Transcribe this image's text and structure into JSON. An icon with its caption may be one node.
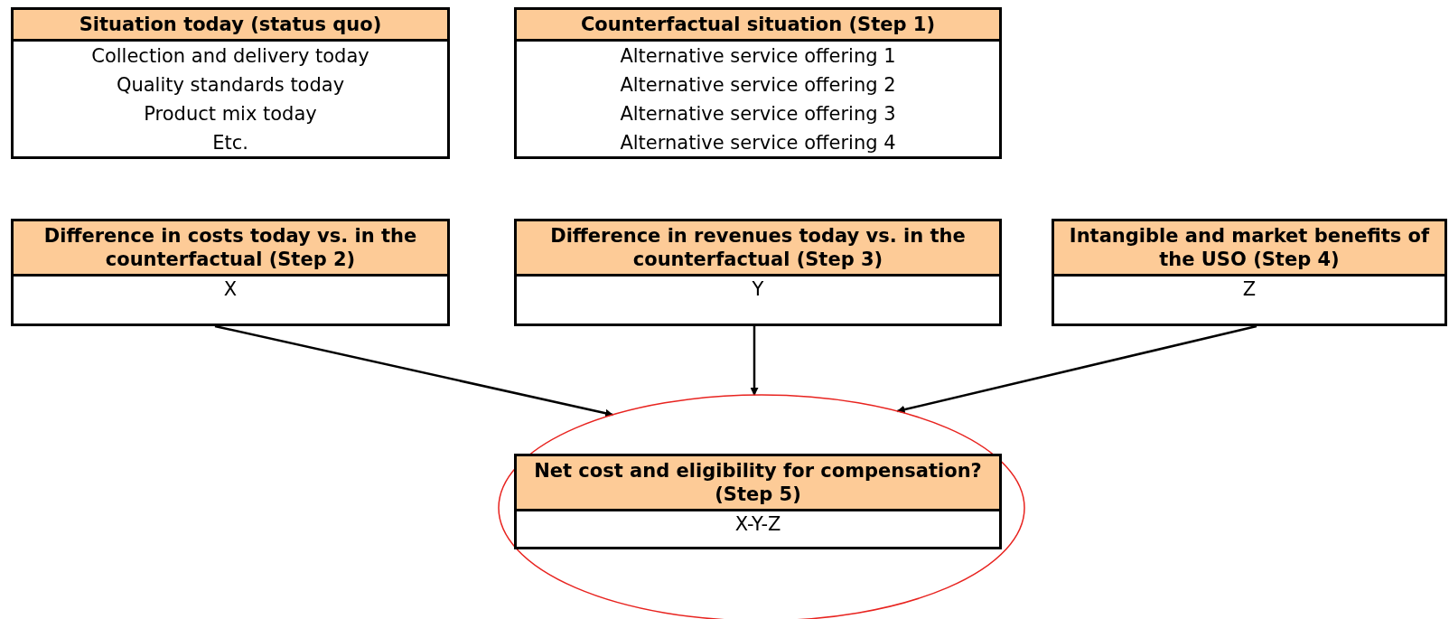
{
  "diagram": {
    "nodes": [
      {
        "text": [
          "Situation today (status quo)",
          "Collection and delivery today",
          "Quality standards today",
          "Product mix today",
          "Etc."
        ]
      },
      {
        "text": [
          "Counterfactual situation (Step 1)",
          "Alternative service offering 1",
          "Alternative service offering 2",
          "Alternative service offering 3",
          "Alternative service offering 4"
        ]
      },
      {
        "text": [
          "Difference in costs today vs. in the counterfactual (Step 2)",
          "X"
        ]
      },
      {
        "text": [
          "Difference in revenues today vs. in the counterfactual (Step 3)",
          "Y"
        ]
      },
      {
        "text": [
          "Intangible and market benefits of the USO (Step 4)",
          "Z"
        ]
      },
      {
        "text": [],
        "shape": "circle"
      },
      {
        "text": [
          "Net cost and eligibility for compensation?  (Step 5)",
          "X-Y-Z"
        ],
        "in": 5
      }
    ],
    "edges": [
      {
        "from": 2,
        "to": 5,
        "arrow": "to"
      },
      {
        "from": 3,
        "to": 5,
        "arrow": "to"
      },
      {
        "from": 4,
        "to": 5,
        "arrow": "to"
      }
    ]
  }
}
